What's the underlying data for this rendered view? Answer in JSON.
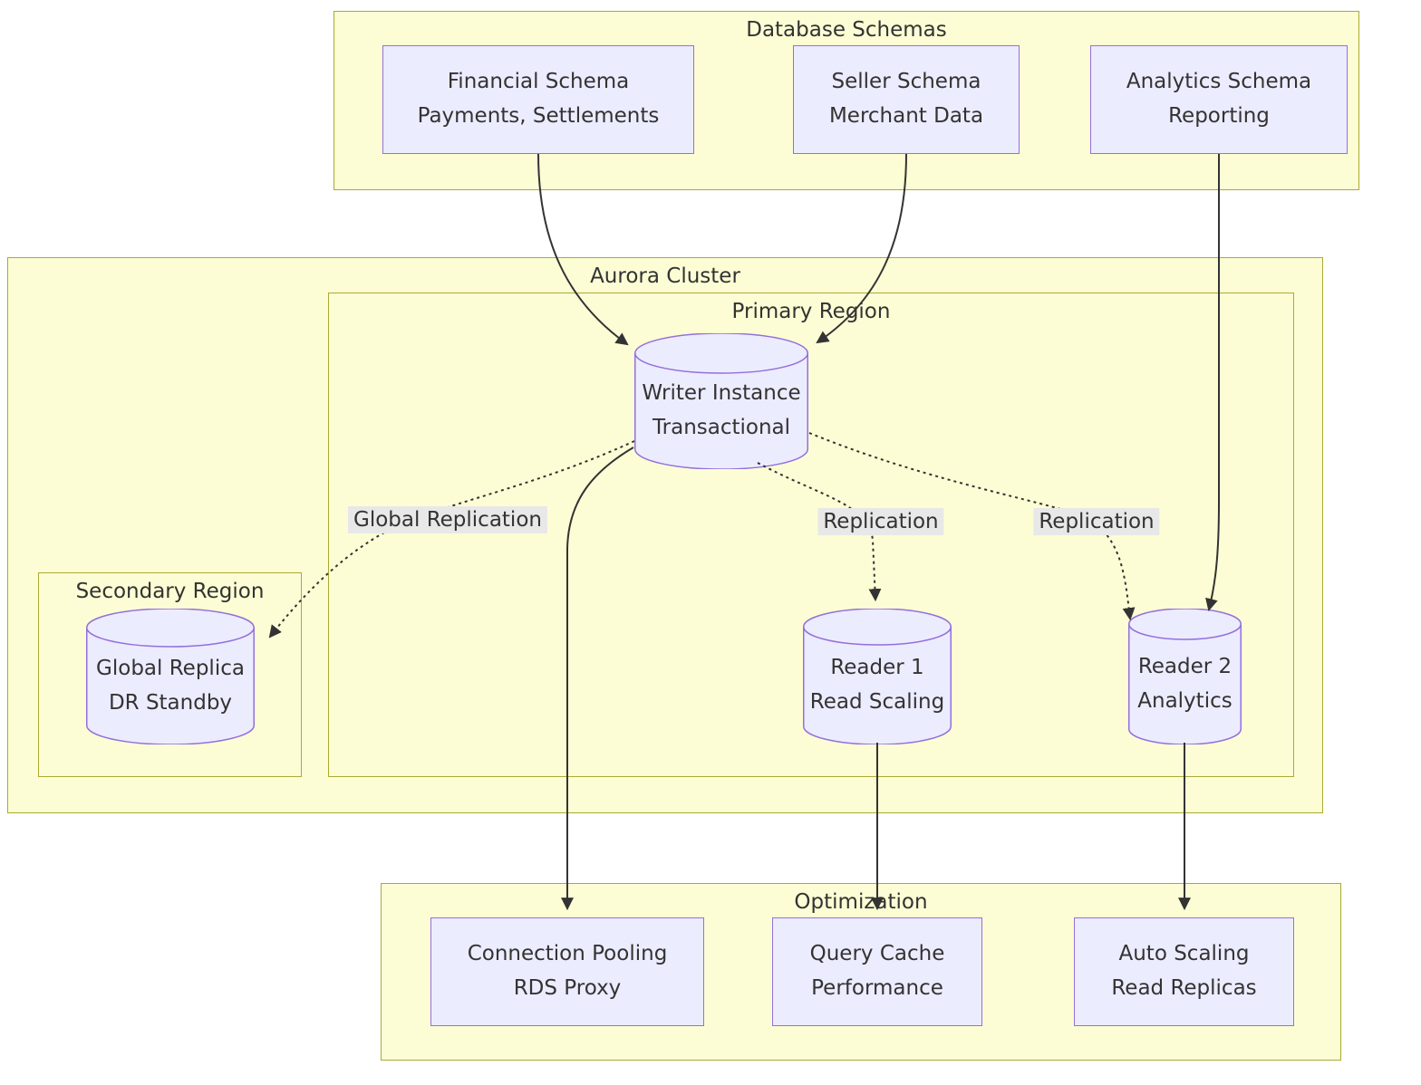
{
  "containers": {
    "database_schemas": {
      "label": "Database Schemas"
    },
    "aurora_cluster": {
      "label": "Aurora Cluster"
    },
    "primary_region": {
      "label": "Primary Region"
    },
    "secondary_region": {
      "label": "Secondary Region"
    },
    "optimization": {
      "label": "Optimization"
    }
  },
  "nodes": {
    "financial_schema": {
      "title": "Financial Schema",
      "subtitle": "Payments, Settlements"
    },
    "seller_schema": {
      "title": "Seller Schema",
      "subtitle": "Merchant Data"
    },
    "analytics_schema": {
      "title": "Analytics Schema",
      "subtitle": "Reporting"
    },
    "writer_instance": {
      "title": "Writer Instance",
      "subtitle": "Transactional"
    },
    "global_replica": {
      "title": "Global Replica",
      "subtitle": "DR Standby"
    },
    "reader_1": {
      "title": "Reader 1",
      "subtitle": "Read Scaling"
    },
    "reader_2": {
      "title": "Reader 2",
      "subtitle": "Analytics"
    },
    "connection_pooling": {
      "title": "Connection Pooling",
      "subtitle": "RDS Proxy"
    },
    "query_cache": {
      "title": "Query Cache",
      "subtitle": "Performance"
    },
    "auto_scaling": {
      "title": "Auto Scaling",
      "subtitle": "Read Replicas"
    }
  },
  "edges": [
    {
      "from": "financial_schema",
      "to": "writer_instance",
      "style": "solid",
      "label": ""
    },
    {
      "from": "seller_schema",
      "to": "writer_instance",
      "style": "solid",
      "label": ""
    },
    {
      "from": "analytics_schema",
      "to": "reader_2",
      "style": "solid",
      "label": ""
    },
    {
      "from": "writer_instance",
      "to": "global_replica",
      "style": "dotted",
      "label": "Global Replication"
    },
    {
      "from": "writer_instance",
      "to": "reader_1",
      "style": "dotted",
      "label": "Replication"
    },
    {
      "from": "writer_instance",
      "to": "reader_2",
      "style": "dotted",
      "label": "Replication"
    },
    {
      "from": "writer_instance",
      "to": "connection_pooling",
      "style": "solid",
      "label": ""
    },
    {
      "from": "reader_1",
      "to": "query_cache",
      "style": "solid",
      "label": ""
    },
    {
      "from": "reader_2",
      "to": "auto_scaling",
      "style": "solid",
      "label": ""
    }
  ],
  "colors": {
    "cluster_fill": "#fdfdd5",
    "cluster_border": "#aaaa33",
    "node_fill": "#ECECFF",
    "node_border": "#9370DB",
    "edge": "#333333",
    "text": "#333333",
    "edge_label_bg": "#e8e8e8"
  }
}
